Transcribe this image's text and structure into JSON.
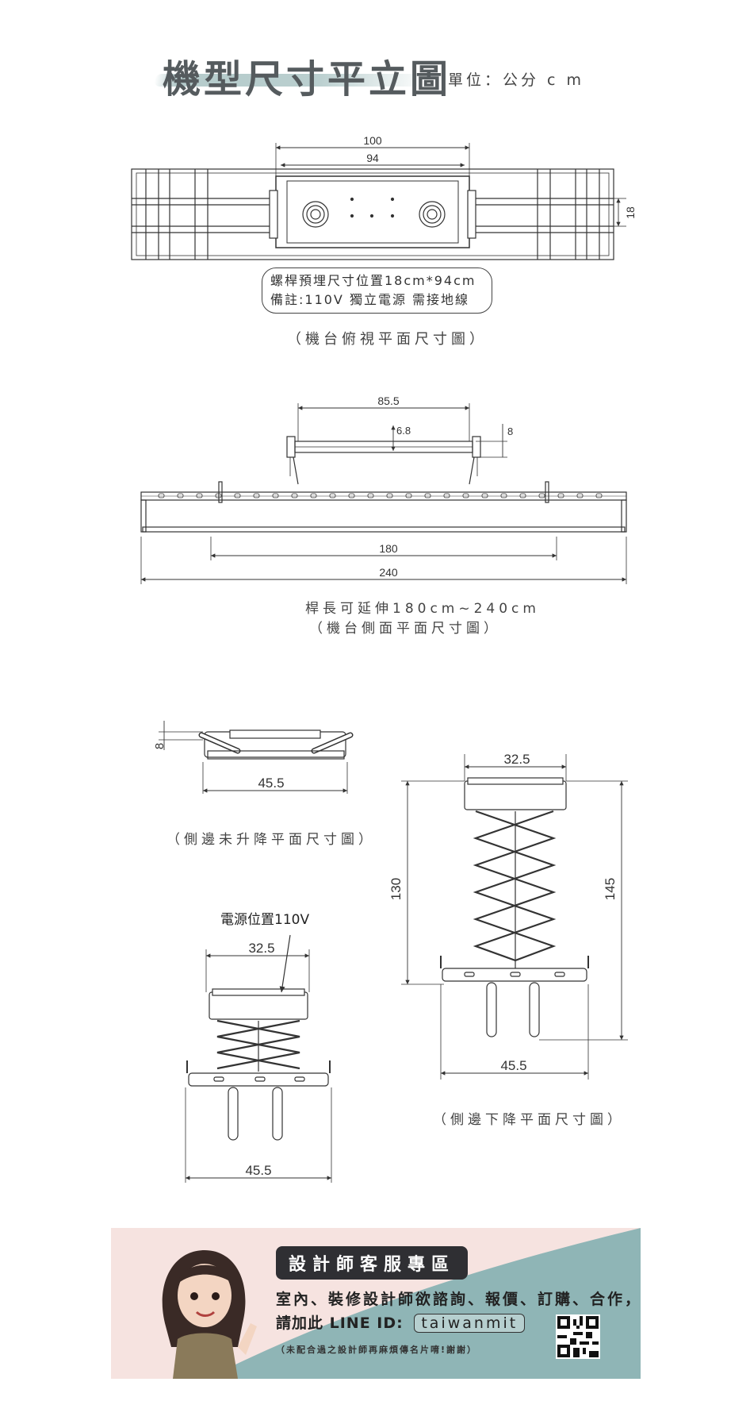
{
  "header": {
    "title": "機型尺寸平立圖",
    "unit": "單位：公分 c m"
  },
  "top_view": {
    "dims": [
      "100",
      "94",
      "18"
    ],
    "note_line1": "螺桿預埋尺寸位置18cm*94cm",
    "note_line2": "備註:110V  獨立電源 需接地線",
    "caption": "（機台俯視平面尺寸圖）"
  },
  "side_view": {
    "dims": [
      "85.5",
      "6.8",
      "8",
      "180",
      "240"
    ],
    "caption_line1": "桿長可延伸180cm~240cm",
    "caption_line2": "（機台側面平面尺寸圖）"
  },
  "side_up": {
    "dims": [
      "8",
      "45.5"
    ],
    "caption": "（側邊未升降平面尺寸圖）"
  },
  "side_mid": {
    "power_label": "電源位置110V",
    "dims": [
      "32.5",
      "45.5"
    ]
  },
  "side_down": {
    "dims": [
      "32.5",
      "130",
      "145",
      "45.5"
    ],
    "caption": "（側邊下降平面尺寸圖）"
  },
  "banner": {
    "title": "設計師客服專區",
    "line1": "室內、裝修設計師欲諮詢、報價、訂購、合作，",
    "line2_prefix": "請加此 LINE ID:",
    "line_id": "taiwanmit",
    "small": "（未配合過之設計師再麻煩傳名片唷!謝謝）"
  },
  "colors": {
    "banner_teal": "#8fb5b6",
    "banner_pink": "#f6e3e0",
    "ink": "#333333"
  }
}
